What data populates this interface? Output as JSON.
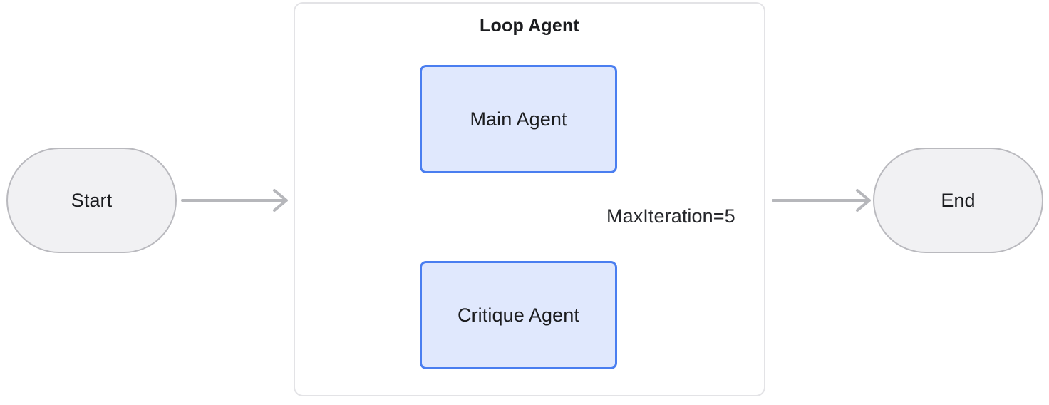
{
  "diagram": {
    "title": "Loop Agent",
    "background_color": "#ffffff",
    "nodes": {
      "start": {
        "label": "Start",
        "shape": "stadium",
        "fill": "#f1f1f3",
        "stroke": "#b9b9be"
      },
      "end": {
        "label": "End",
        "shape": "stadium",
        "fill": "#f1f1f3",
        "stroke": "#b9b9be"
      },
      "main_agent": {
        "label": "Main Agent",
        "shape": "rounded-rect",
        "fill": "#e0e8fd",
        "stroke": "#4a7ef0"
      },
      "critique_agent": {
        "label": "Critique Agent",
        "shape": "rounded-rect",
        "fill": "#e0e8fd",
        "stroke": "#4a7ef0"
      }
    },
    "group": {
      "label": "Loop Agent",
      "stroke": "#e3e3e6",
      "fill": "#ffffff"
    },
    "edges": [
      {
        "from": "start",
        "to": "main_agent",
        "label": "",
        "style": "arrow",
        "color": "#b6b7bb"
      },
      {
        "from": "main_agent",
        "to": "critique_agent",
        "label": "",
        "style": "arrow",
        "color": "#b6b7bb"
      },
      {
        "from": "critique_agent",
        "to": "main_agent",
        "label": "MaxIteration=5",
        "style": "loop-back-arrow",
        "color": "#b6b7bb"
      },
      {
        "from": "main_agent",
        "to": "end",
        "label": "",
        "style": "arrow",
        "color": "#b6b7bb"
      }
    ],
    "edge_labels": {
      "max_iteration": "MaxIteration=5"
    }
  }
}
